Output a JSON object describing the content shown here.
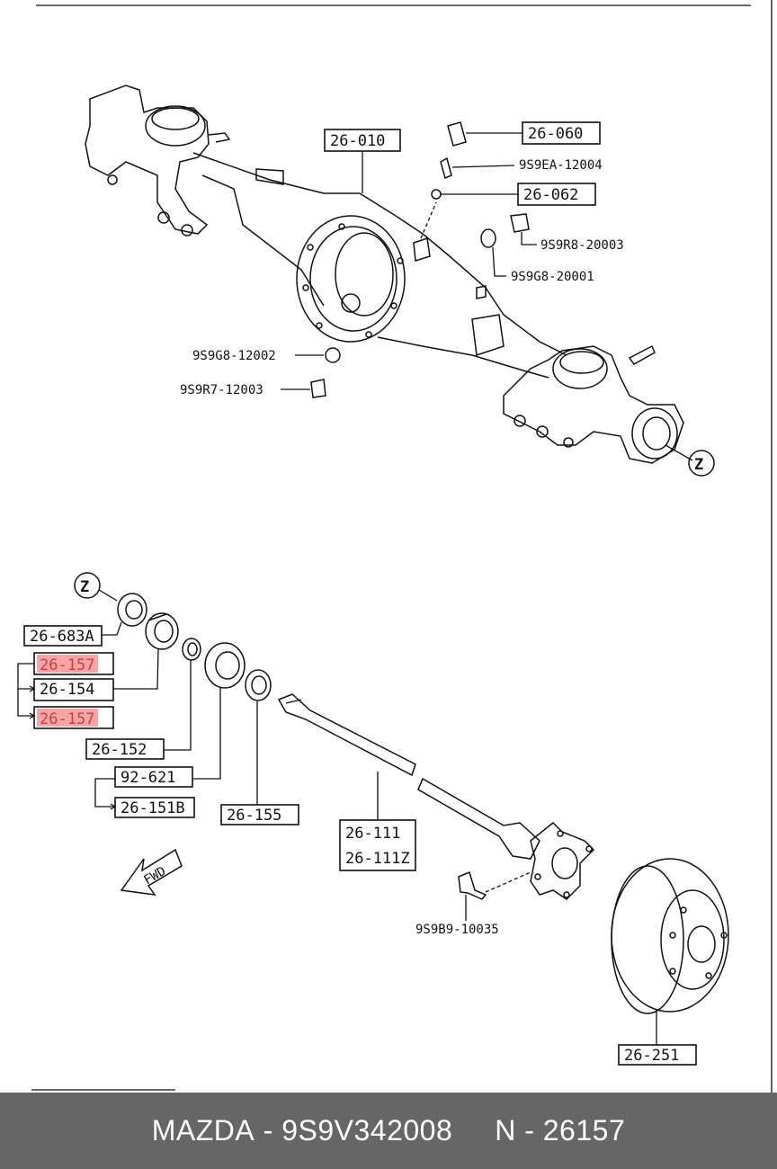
{
  "diagram": {
    "callouts": {
      "c_26_010": "26-010",
      "c_26_060": "26-060",
      "c_9s9ea_12004": "9S9EA-12004",
      "c_26_062": "26-062",
      "c_9s9r8_20003": "9S9R8-20003",
      "c_9s9g8_20001": "9S9G8-20001",
      "c_9s9g8_12002": "9S9G8-12002",
      "c_9s9r7_12003": "9S9R7-12003",
      "z_marker_top": "Z",
      "z_marker_bottom": "Z",
      "c_26_683a": "26-683A",
      "c_26_157_a": "26-157",
      "c_26_154": "26-154",
      "c_26_157_b": "26-157",
      "c_26_152": "26-152",
      "c_92_621": "92-621",
      "c_26_151b": "26-151B",
      "c_26_155": "26-155",
      "c_26_111": "26-111",
      "c_26_111z": "26-111Z",
      "c_9s9b9_10035": "9S9B9-10035",
      "c_26_251": "26-251",
      "fwd": "FWD"
    },
    "highlight_color": "#f4a6a6"
  },
  "footer": {
    "brand": "MAZDA",
    "sep1": " - ",
    "oem_number": "9S9V342008",
    "sep2": "     ",
    "part_code": "N - 26157"
  }
}
